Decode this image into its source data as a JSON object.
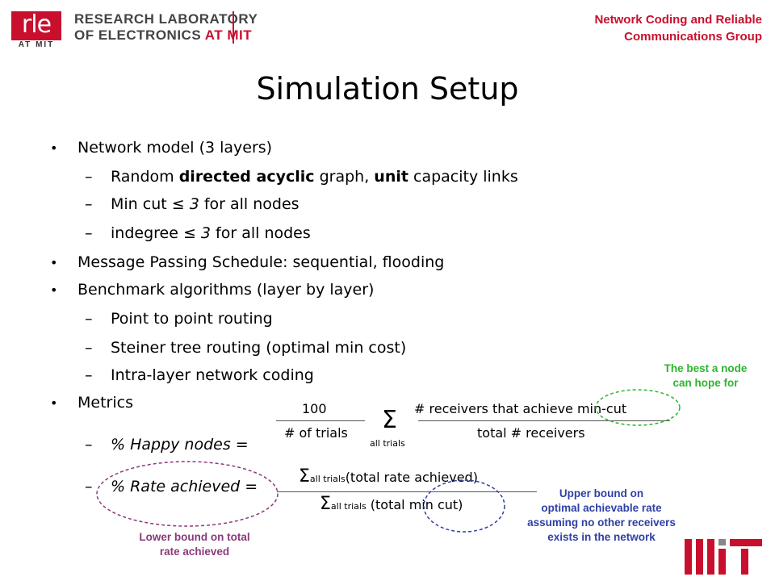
{
  "header": {
    "logo_text": "rle",
    "logo_sub": "AT MIT",
    "lab_line1": "RESEARCH LABORATORY",
    "lab_line2_a": "OF ELECTRONICS",
    "lab_line2_b": "AT MIT",
    "group_line1": "Network Coding and Reliable",
    "group_line2": "Communications Group"
  },
  "title": "Simulation Setup",
  "bullets": {
    "network_model": "Network model (3 layers)",
    "sub1_a": "Random ",
    "sub1_b": "directed acyclic",
    "sub1_c": " graph, ",
    "sub1_d": "unit",
    "sub1_e": " capacity links",
    "sub2_a": "Min cut ≤ ",
    "sub2_b": "3",
    "sub2_c": " for all nodes",
    "sub3_a": "indegree ≤ ",
    "sub3_b": "3",
    "sub3_c": " for all nodes",
    "schedule": "Message Passing Schedule: sequential, flooding",
    "benchmark": "Benchmark algorithms (layer by layer)",
    "bench1": "Point to point routing",
    "bench2": "Steiner tree routing (optimal min cost)",
    "bench3": "Intra-layer network coding",
    "metrics": "Metrics",
    "happy": "% Happy nodes =",
    "rate": "% Rate achieved =",
    "dot": "•",
    "dash": "–"
  },
  "formula": {
    "num_100": "100",
    "den_trials": "# of trials",
    "sigma": "Σ",
    "all_trials": "all trials",
    "num_receivers": "# receivers that achieve min-cut",
    "den_receivers": "total # receivers",
    "rate_num_rest": "(total rate achieved)",
    "rate_den_rest": " (total min cut)"
  },
  "annotations": {
    "best_line1": "The best a node",
    "best_line2": "can hope for",
    "upper_line1": "Upper bound on",
    "upper_line2": "optimal achievable rate",
    "upper_line3": "assuming no other receivers",
    "upper_line4": "exists in the network",
    "lower_line1": "Lower bound on total",
    "lower_line2": "rate achieved"
  },
  "colors": {
    "brand_red": "#c8102e",
    "green": "#2db52d",
    "blue": "#2f3fa5",
    "purple": "#8a3a7a"
  }
}
